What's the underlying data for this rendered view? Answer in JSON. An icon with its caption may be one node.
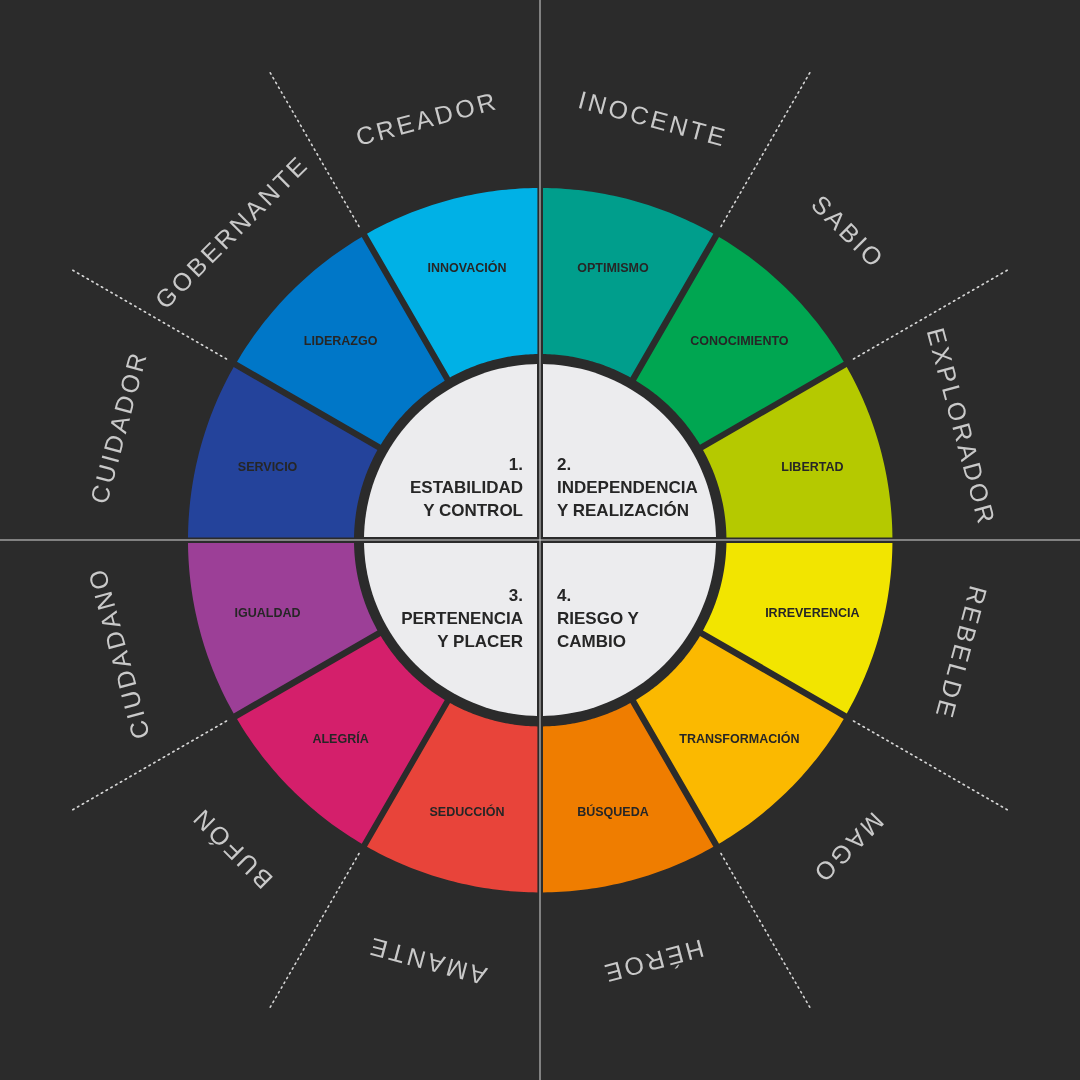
{
  "diagram": {
    "nodes": [
      {
        "text": [
          "1.",
          "ESTABILIDAD Y CONTROL"
        ]
      },
      {
        "text": [
          "2.",
          "INDEPENDENCIA Y REALIZACIÓN"
        ]
      },
      {
        "text": [
          "3.",
          "PERTENENCIA Y PLACER"
        ]
      },
      {
        "text": [
          "4.",
          "RIESGO Y CAMBIO"
        ]
      },
      {
        "text": [
          "INNOVACIÓN"
        ],
        "beside": [
          "CREADOR"
        ]
      },
      {
        "text": [
          "OPTIMISMO"
        ],
        "beside": [
          "INOCENTE"
        ]
      },
      {
        "text": [
          "CONOCIMIENTO"
        ],
        "beside": [
          "SABIO"
        ]
      },
      {
        "text": [
          "LIBERTAD"
        ],
        "beside": [
          "EXPLORADOR"
        ]
      },
      {
        "text": [
          "IRREVERENCIA"
        ],
        "beside": [
          "REBELDE"
        ]
      },
      {
        "text": [
          "TRANSFORMACIÓN"
        ],
        "beside": [
          "MAGO"
        ]
      },
      {
        "text": [
          "BÚSQUEDA"
        ],
        "beside": [
          "HÉROE"
        ]
      },
      {
        "text": [
          "SEDUCCIÓN"
        ],
        "beside": [
          "AMANTE"
        ]
      },
      {
        "text": [
          "ALEGRÍA"
        ],
        "beside": [
          "BUFÓN"
        ]
      },
      {
        "text": [
          "IGUALDAD"
        ],
        "beside": [
          "CIUDADANO"
        ]
      },
      {
        "text": [
          "SERVICIO"
        ],
        "beside": [
          "CUIDADOR"
        ]
      },
      {
        "text": [
          "LIDERAZGO"
        ],
        "beside": [
          "GOBERNANTE"
        ]
      }
    ]
  }
}
